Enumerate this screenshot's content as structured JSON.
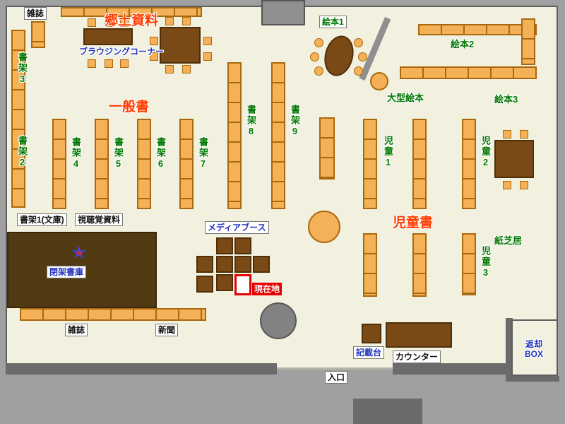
{
  "palette": {
    "outside": "#a0a0a0",
    "floor": "#f2f1df",
    "wall": "#6b6b6b",
    "shelf-fill": "#f5b157",
    "shelf-line": "#a9690e",
    "table": "#7a4a16",
    "table-border": "#4e2f08",
    "stacks": "#523a12",
    "green": "#007700",
    "red": "#ff3c00",
    "blue": "#2233bb",
    "current": "#e60000"
  },
  "labels": {
    "magazines_top": "雑誌",
    "local_materials": "郷土資料",
    "browsing_corner": "ブラウジングコーナー",
    "picture_books_1": "絵本1",
    "picture_books_2": "絵本2",
    "picture_books_3": "絵本3",
    "large_picture_books": "大型絵本",
    "general_books": "一般書",
    "shelf_2": "書架2",
    "shelf_3": "書架3",
    "shelf_4": "書架4",
    "shelf_5": "書架5",
    "shelf_6": "書架6",
    "shelf_7": "書架7",
    "shelf_8": "書架8",
    "shelf_9": "書架9",
    "children_1": "児童1",
    "children_2": "児童2",
    "children_3": "児童3",
    "children_books": "児童書",
    "kamishibai": "紙芝居",
    "shelf_1_bunko": "書架1(文庫)",
    "audiovisual": "視聴覚資料",
    "media_booth": "メディアブース",
    "current_location": "現在地",
    "closed_stacks": "閉架書庫",
    "magazines_bottom": "雑誌",
    "newspapers": "新聞",
    "writing_stand": "記載台",
    "counter": "カウンター",
    "return_box": "返却BOX",
    "entrance": "入口"
  },
  "icons": {
    "star": "★"
  }
}
